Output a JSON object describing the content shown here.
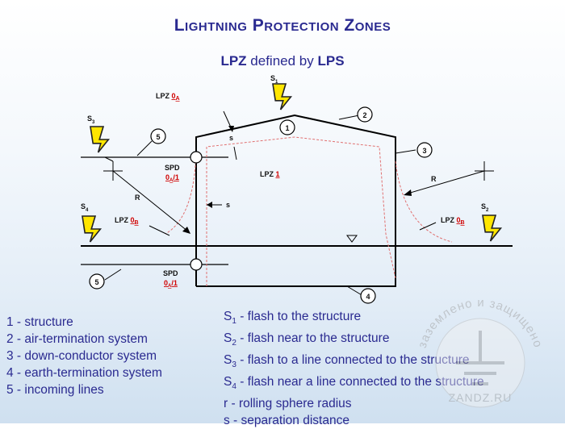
{
  "title": "Lightning Protection Zones",
  "subtitle": {
    "lpz": "LPZ",
    "mid": " defined by ",
    "lps": "LPS"
  },
  "labels": {
    "lpz_0a_prefix": "LPZ ",
    "lpz_0a_suffix": "0",
    "lpz_0a_sub": "A",
    "lpz_1_prefix": "LPZ ",
    "lpz_1_suffix": "1",
    "lpz_0b_left_prefix": "LPZ ",
    "lpz_0b_left_suffix": "0",
    "lpz_0b_left_sub": "B",
    "lpz_0b_right_prefix": "LPZ ",
    "lpz_0b_right_suffix": "0",
    "lpz_0b_right_sub": "B",
    "spd": "SPD",
    "spd_upper_a": "0",
    "spd_upper_a_sub": "A",
    "spd_upper_b": "/1",
    "spd_lower_a": "0",
    "spd_lower_a_sub": "A",
    "spd_lower_b": "/1",
    "s": "s",
    "r": "R",
    "s1": "S",
    "s1_sub": "1",
    "s2": "S",
    "s2_sub": "2",
    "s3": "S",
    "s3_sub": "3",
    "s4": "S",
    "s4_sub": "4",
    "n1": "1",
    "n2": "2",
    "n3": "3",
    "n4": "4",
    "n5": "5"
  },
  "legend_left": [
    "1 - structure",
    "2 - air-termination system",
    "3 - down-conductor system",
    "4 - earth-termination system",
    "5 - incoming lines"
  ],
  "legend_right": [
    {
      "sym": "S",
      "sub": "1",
      "text": " - flash to the structure"
    },
    {
      "sym": "S",
      "sub": "2",
      "text": " - flash near to the structure"
    },
    {
      "sym": "S",
      "sub": "3",
      "text": " - flash to a line connected to the structure"
    },
    {
      "sym": "S",
      "sub": "4",
      "text": " - flash near a line connected to the structure"
    },
    {
      "sym": "r",
      "sub": "",
      "text": " - rolling sphere radius"
    },
    {
      "sym": "s",
      "sub": "",
      "text": " - separation distance"
    }
  ],
  "watermark": {
    "arc": "заземлено и защищено",
    "site": "ZANDZ.RU"
  },
  "colors": {
    "title": "#2a2a90",
    "accent": "#d00000",
    "bolt": "#ffe600"
  }
}
